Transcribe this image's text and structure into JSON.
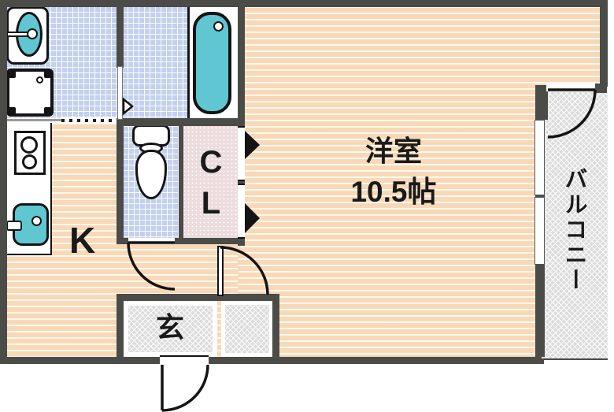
{
  "rooms": {
    "western_room": {
      "name": "洋室",
      "size": "10.5帖"
    },
    "kitchen": {
      "label": "K"
    },
    "closet": {
      "label": "C\nL"
    },
    "entrance": {
      "label": "玄"
    },
    "balcony": {
      "label": "バルコニー"
    }
  },
  "colors": {
    "wall": "#4b4b48",
    "floor_peach": "#f8d9b7",
    "tile_blue": "#c3d0ee",
    "closet_pink": "#eddcdd",
    "hatch_gray": "#dcdcdc",
    "fixture_teal": "#5fc6d2",
    "outline": "#141414"
  },
  "fixtures": [
    "washbasin",
    "washing-machine-pan",
    "bathtub",
    "toilet",
    "stove",
    "kitchen-sink"
  ]
}
